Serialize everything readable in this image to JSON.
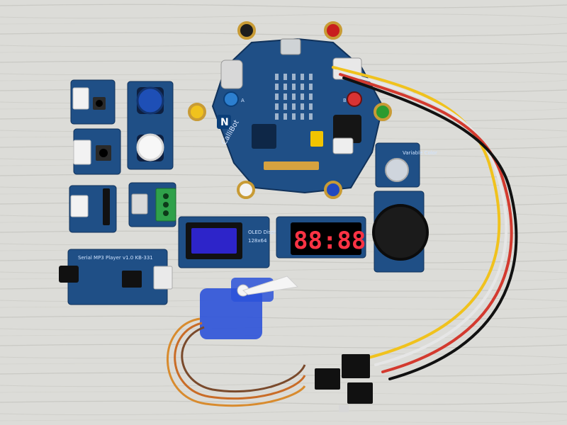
{
  "main_board": {
    "brand_text": "CalliBot",
    "logo_letter": "N",
    "button_a": "A",
    "button_b": "B"
  },
  "display_module": {
    "segment_text": "88:88"
  },
  "oled_module": {
    "title": "OLED Display",
    "subtitle": "128x64"
  },
  "mp3_module": {
    "title": "Serial MP3 Player v1.0 KB-331"
  },
  "slider_module": {
    "label": "Variable Color"
  },
  "colors": {
    "board_blue": "#1f4f86",
    "board_dark": "#143a63",
    "table_bg": "#dcdcd8",
    "led_red": "#ff3344"
  }
}
